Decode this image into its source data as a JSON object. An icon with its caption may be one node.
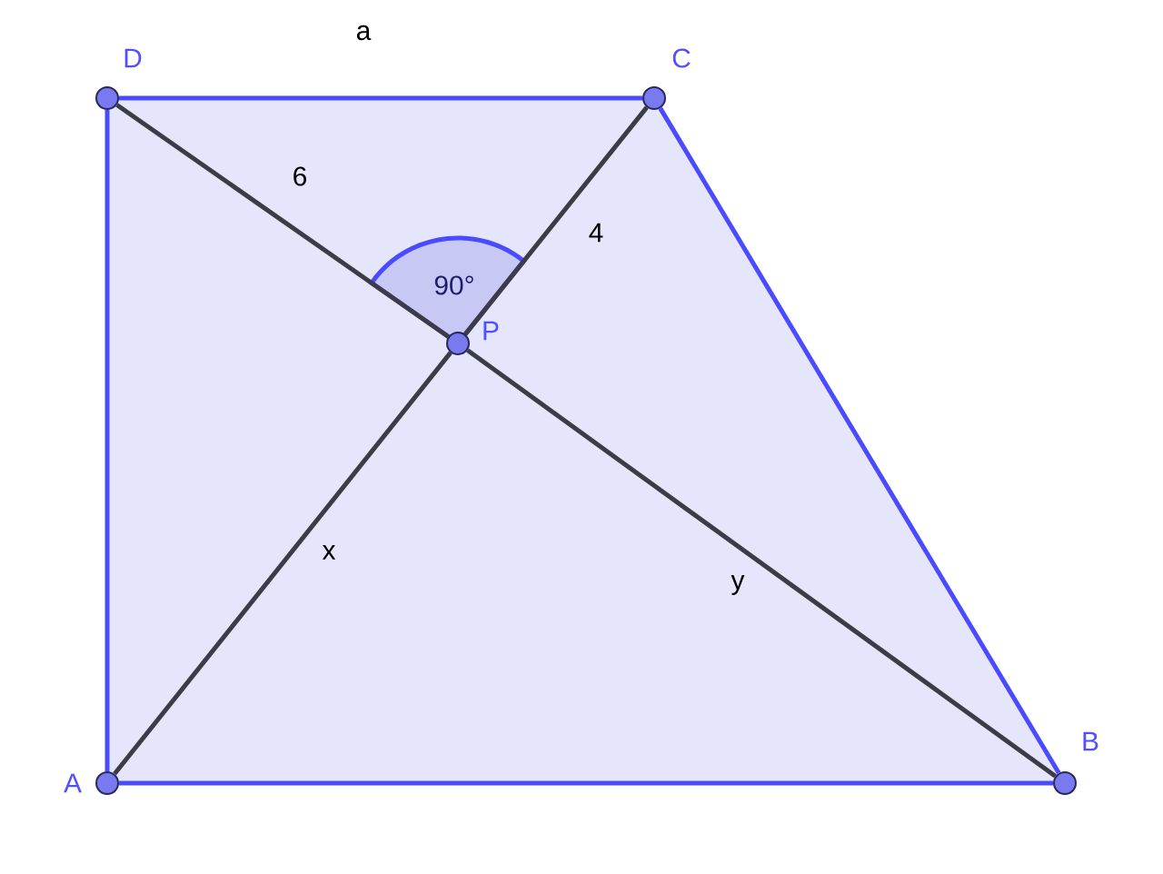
{
  "diagram": {
    "nodes": [
      {
        "text": [
          "D"
        ]
      },
      {
        "text": [
          "C"
        ]
      },
      {
        "text": [
          "P"
        ]
      },
      {
        "text": [
          "A"
        ]
      },
      {
        "text": [
          "B"
        ]
      }
    ],
    "edges": [
      {
        "from": 0,
        "to": 1,
        "arrow": "none",
        "label": "a",
        "color": "#4a4aff"
      },
      {
        "from": 1,
        "to": 4,
        "arrow": "none",
        "color": "#4a4aff"
      },
      {
        "from": 4,
        "to": 3,
        "arrow": "none",
        "color": "#4a4aff"
      },
      {
        "from": 3,
        "to": 0,
        "arrow": "none",
        "color": "#4a4aff"
      },
      {
        "from": 0,
        "to": 2,
        "arrow": "none",
        "label": "6",
        "color": "#3c3c46"
      },
      {
        "from": 2,
        "to": 4,
        "arrow": "none",
        "label": "y",
        "color": "#3c3c46"
      },
      {
        "from": 3,
        "to": 2,
        "arrow": "none",
        "label": "x",
        "color": "#3c3c46"
      },
      {
        "from": 2,
        "to": 1,
        "arrow": "none",
        "label": "4",
        "color": "#3c3c46"
      }
    ],
    "labels": [
      "90°"
    ]
  }
}
